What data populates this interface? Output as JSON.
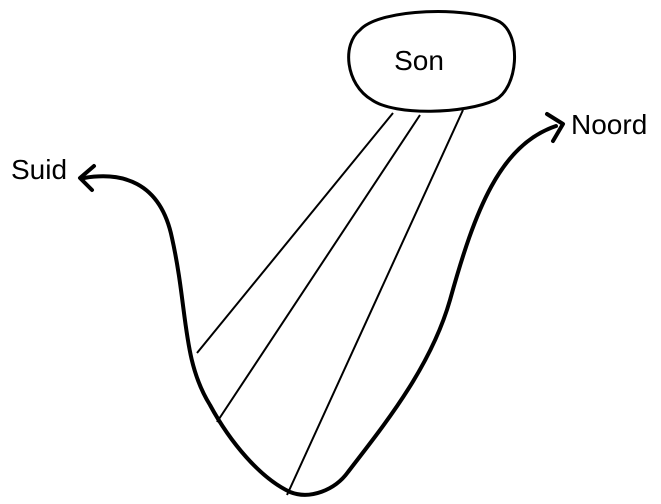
{
  "diagram": {
    "sun_label": "Son",
    "south_label": "Suid",
    "north_label": "Noord"
  },
  "colors": {
    "ink": "#000000",
    "background": "#ffffff"
  }
}
